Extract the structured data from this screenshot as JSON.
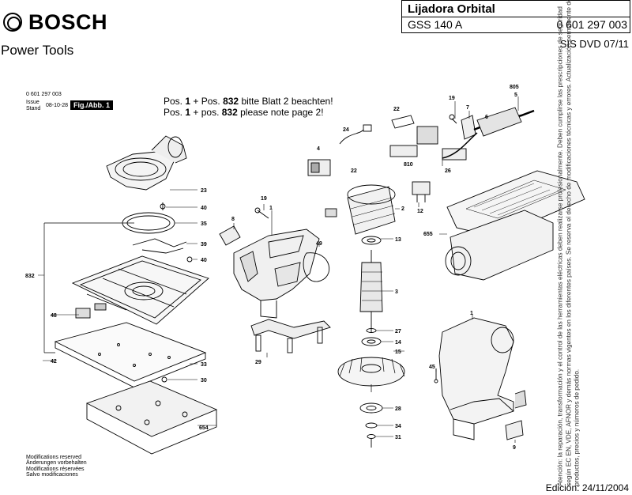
{
  "header": {
    "brand": "BOSCH",
    "division": "Power Tools",
    "product_name": "Lijadora Orbital",
    "model": "GSS 140 A",
    "part_number": "0 601 297 003",
    "document_ref": "SIS DVD 07/11"
  },
  "sheet": {
    "ref_no": "0 601 297 003",
    "issue_label": "Issue",
    "stand_label": "Stand",
    "issue_date": "08-10-28",
    "figure_label": "Fig./Abb. 1"
  },
  "notes": {
    "de_prefix": "Pos. ",
    "de_pos1": "1",
    "de_mid": " + Pos. ",
    "de_pos2": "832",
    "de_suffix": " bitte Blatt 2 beachten!",
    "en_prefix": "Pos. ",
    "en_pos1": "1",
    "en_mid": " + pos. ",
    "en_pos2": "832",
    "en_suffix": " please note page 2!"
  },
  "modifications": [
    "Modifications reserved",
    "Änderungen vorbehalten",
    "Modifications réservées",
    "Salvo modificaciones"
  ],
  "side_note": "Atención: la reparación, transformación y el control de las herramientas eléctricas deben realizarse profesionalmente. Deben cumplirse las prescripciones de seguridad según EC EN, VDE, AFNOR y demás normas vigentes en los diferentes países. Se reserva el derecho de modificaciones técnicas y errores. Actualización permanente de productos, precios y números de pedido.",
  "edition": "Edición: 24/11/2004",
  "part_labels": {
    "p23": "23",
    "p40a": "40",
    "p35": "35",
    "p39": "39",
    "p40b": "40",
    "p832": "832",
    "p48": "48",
    "p42": "42",
    "p33": "33",
    "p30": "30",
    "p654": "654",
    "p8": "8",
    "p19a": "19",
    "p1a": "1",
    "p49": "49",
    "p29": "29",
    "p4": "4",
    "p24": "24",
    "p22a": "22",
    "p810": "810",
    "p22b": "22",
    "p2": "2",
    "p13": "13",
    "p3": "3",
    "p27": "27",
    "p14": "14",
    "p15": "15",
    "p28": "28",
    "p34": "34",
    "p31": "31",
    "p12": "12",
    "p26": "26",
    "p19b": "19",
    "p7": "7",
    "p805": "805",
    "p5": "5",
    "p6": "6",
    "p655": "655",
    "p1b": "1",
    "p45": "45",
    "p9": "9"
  }
}
